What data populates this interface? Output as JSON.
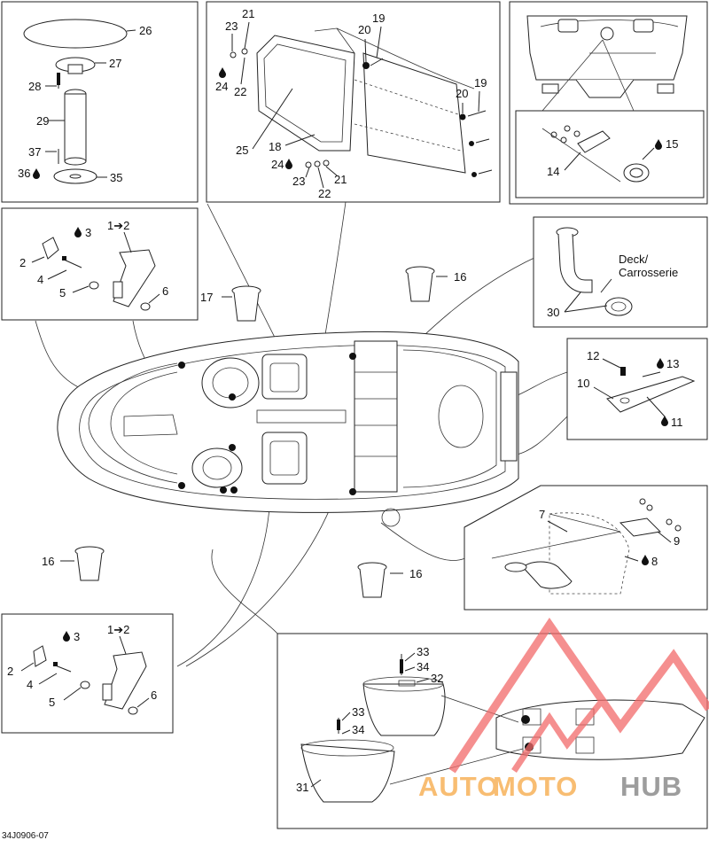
{
  "diagram": {
    "figure_code": "34J0906-07",
    "deck_note": "Deck/\nCarrosserie",
    "watermark": {
      "auto": "AUTO",
      "moto": "MOTO",
      "hub": "HUB",
      "colors": {
        "red": "#f26a6a",
        "orange": "#f6a744",
        "gray": "#7d7d7d"
      }
    },
    "callouts": {
      "c1to2": "1➔2",
      "c2": "2",
      "c3": "3",
      "c4": "4",
      "c5": "5",
      "c6": "6",
      "c7": "7",
      "c8": "8",
      "c9": "9",
      "c10": "10",
      "c11": "11",
      "c12": "12",
      "c13": "13",
      "c14": "14",
      "c15": "15",
      "c16": "16",
      "c17": "17",
      "c18": "18",
      "c19": "19",
      "c20": "20",
      "c21": "21",
      "c22": "22",
      "c23": "23",
      "c24": "24",
      "c25": "25",
      "c26": "26",
      "c27": "27",
      "c28": "28",
      "c29": "29",
      "c30": "30",
      "c31": "31",
      "c32": "32",
      "c33": "33",
      "c34": "34",
      "c35": "35",
      "c36": "36",
      "c37": "37"
    }
  }
}
